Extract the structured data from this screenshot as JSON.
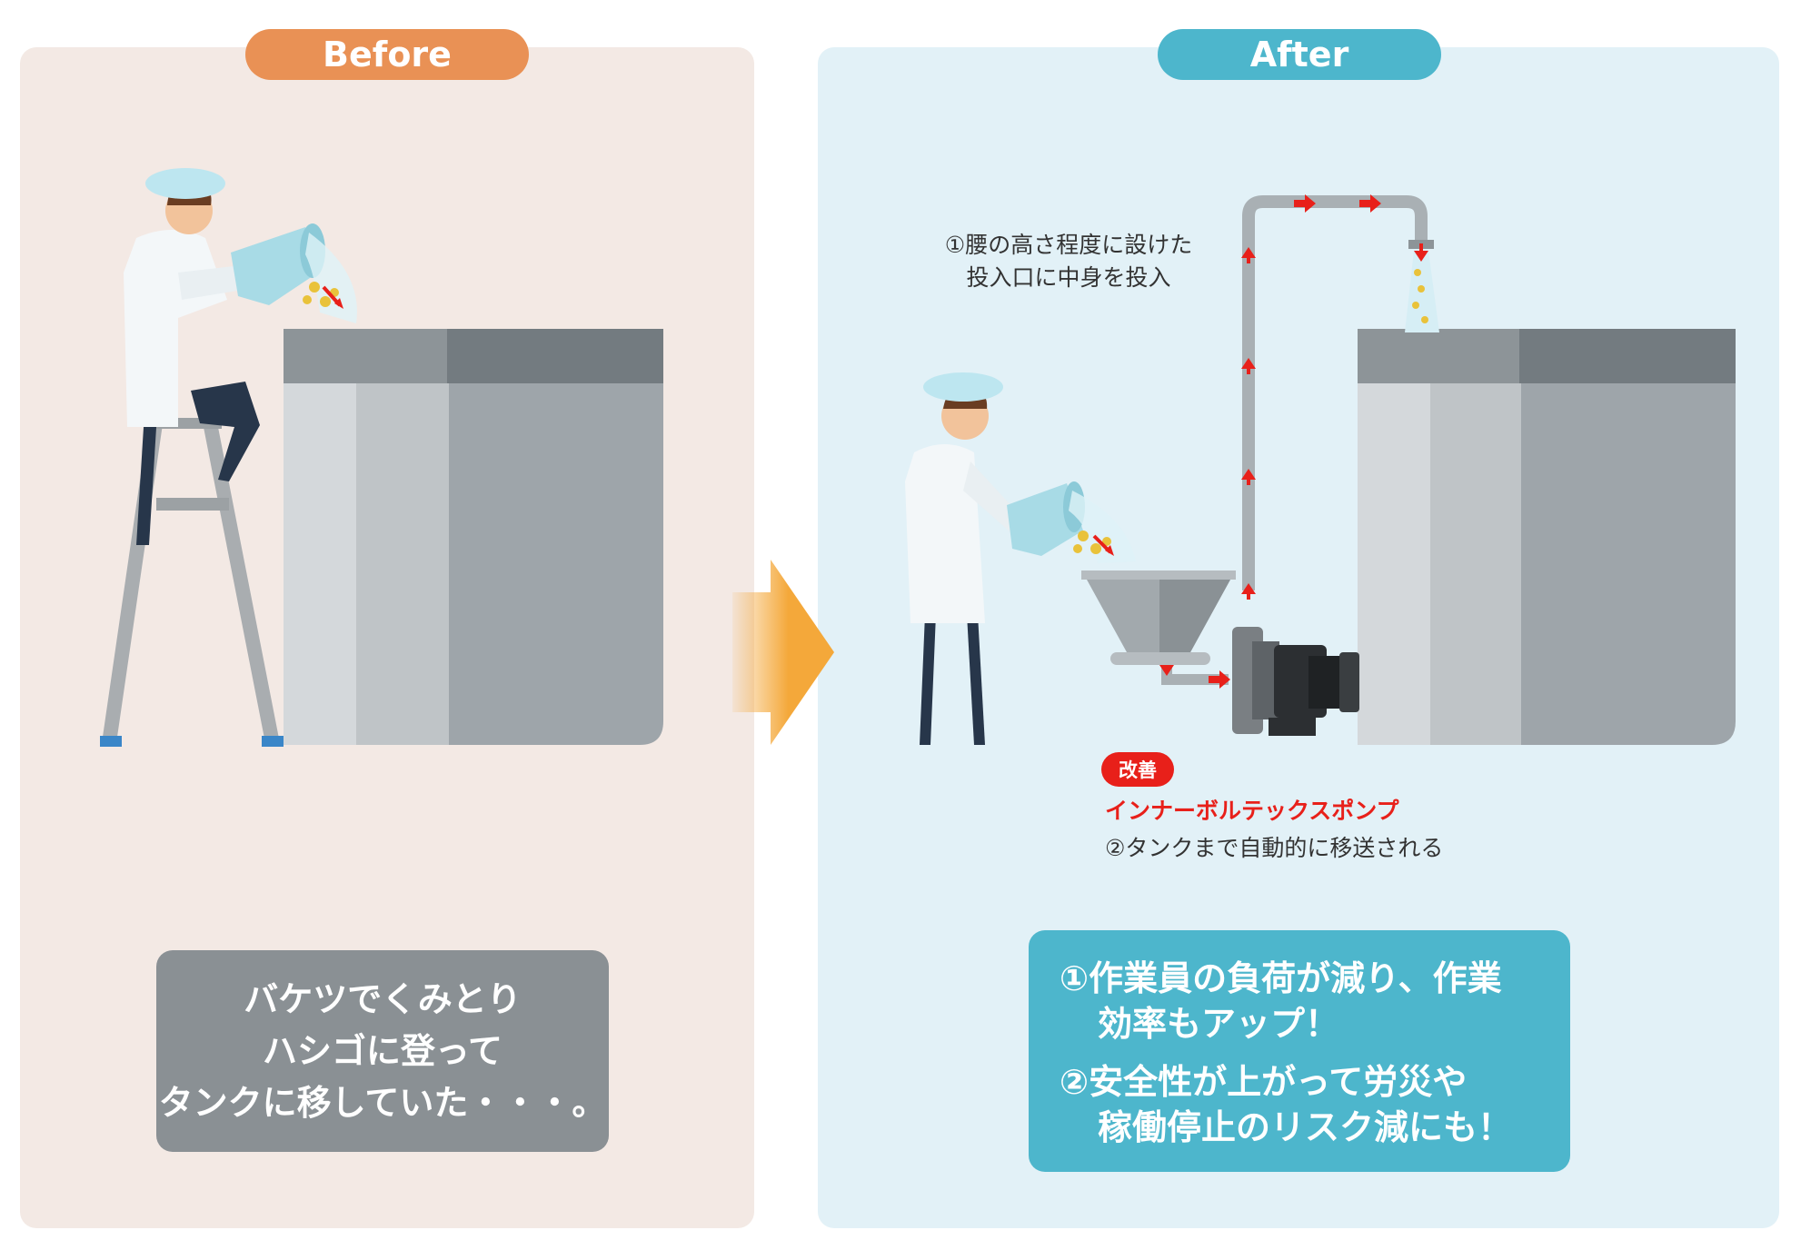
{
  "before": {
    "header": "Before",
    "lines": [
      "バケツでくみとり",
      "ハシゴに登って",
      "タンクに移していた・・・。"
    ]
  },
  "after": {
    "header": "After",
    "input_label": [
      "①腰の高さ程度に設けた",
      "投入口に中身を投入"
    ],
    "badge": "改善",
    "pump_name": "インナーボルテックスポンプ",
    "pump_desc": "②タンクまで自動的に移送される",
    "benefits": [
      {
        "line1": "①作業員の負荷が減り、作業",
        "line2": "効率もアップ！"
      },
      {
        "line1": "②安全性が上がって労災や",
        "line2": "稼働停止のリスク減にも！"
      }
    ]
  },
  "colors": {
    "before_accent": "#e99155",
    "after_accent": "#4db6cc",
    "arrow": "#f4a83a",
    "highlight_red": "#e8201a",
    "before_box": "#8a9094"
  }
}
